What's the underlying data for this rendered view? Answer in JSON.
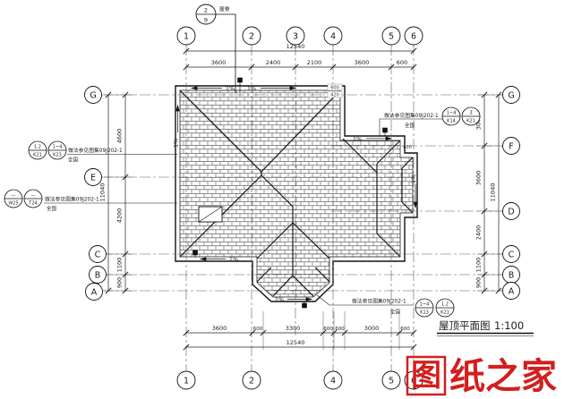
{
  "drawing": {
    "title": "屋顶平面图",
    "scale": "1:100"
  },
  "watermark": {
    "first_char": "图",
    "rest": "纸之家"
  },
  "grid_bubbles": {
    "top": [
      "1",
      "2",
      "3",
      "4",
      "5",
      "6"
    ],
    "bottom": [
      "1",
      "2",
      "4",
      "5",
      "6"
    ],
    "left": [
      "G",
      "E",
      "C",
      "B",
      "A"
    ],
    "right": [
      "G",
      "F",
      "D",
      "C",
      "B",
      "A"
    ]
  },
  "detail_marker": {
    "number": "2",
    "sheet": "9",
    "label": "屋脊"
  },
  "dimensions": {
    "top": {
      "total": "12540",
      "segments": [
        "3600",
        "2400",
        "2100",
        "3600",
        "600"
      ]
    },
    "bottom": {
      "total": "12540",
      "segments": [
        "3600",
        "600",
        "3300",
        "600",
        "600",
        "3000",
        "600"
      ]
    },
    "left": {
      "total": "11040",
      "segments": [
        "4600",
        "4200",
        "1100",
        "900"
      ]
    },
    "right": {
      "total": "11040",
      "segments": [
        "3040",
        "3600",
        "2400",
        "1100",
        "900"
      ]
    }
  },
  "eave_dims": [
    "600",
    "420",
    "600"
  ],
  "slope": "1%",
  "annotations": {
    "left_upper": {
      "text": "做法参见图集09J202-1",
      "sub": "全国",
      "ref1_top": "1.2",
      "ref1_bottom": "K21",
      "ref2_top": "1~4",
      "ref2_bottom": "K23"
    },
    "left_lower": {
      "text": "做法参见图集09J202-1",
      "sub": "全国",
      "ref1_top": "—",
      "ref1_bottom": "W25",
      "ref2_top": "—",
      "ref2_bottom": "T24"
    },
    "top_right": {
      "text": "做法参见图集09J202-1",
      "sub": "全国",
      "ref1_top": "1~4",
      "ref1_bottom": "K14",
      "ref2_top": "3",
      "ref2_bottom": "K21"
    },
    "bottom_right": {
      "text": "做法参见图集09J202-1",
      "sub": "全国",
      "ref1_top": "1~4",
      "ref1_bottom": "K13",
      "ref2_top": "1.2",
      "ref2_bottom": "K21"
    }
  }
}
